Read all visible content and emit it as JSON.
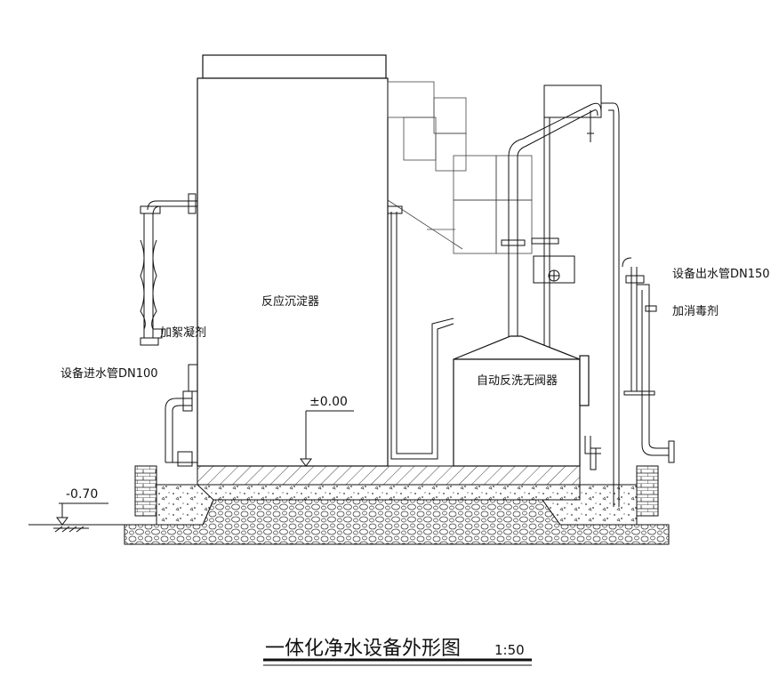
{
  "drawing": {
    "labels": {
      "reactor": "反应沉淀器",
      "filter": "自动反洗无阀器",
      "inlet_pipe": "设备进水管DN100",
      "coagulant": "加絮凝剂",
      "outlet_pipe": "设备出水管DN150",
      "disinfectant": "加消毒剂",
      "elev_zero": "±0.00",
      "elev_ground": "-0.70"
    },
    "title": "一体化净水设备外形图",
    "scale": "1:50"
  },
  "colors": {
    "line": "#111111",
    "gravel": "#555555"
  }
}
